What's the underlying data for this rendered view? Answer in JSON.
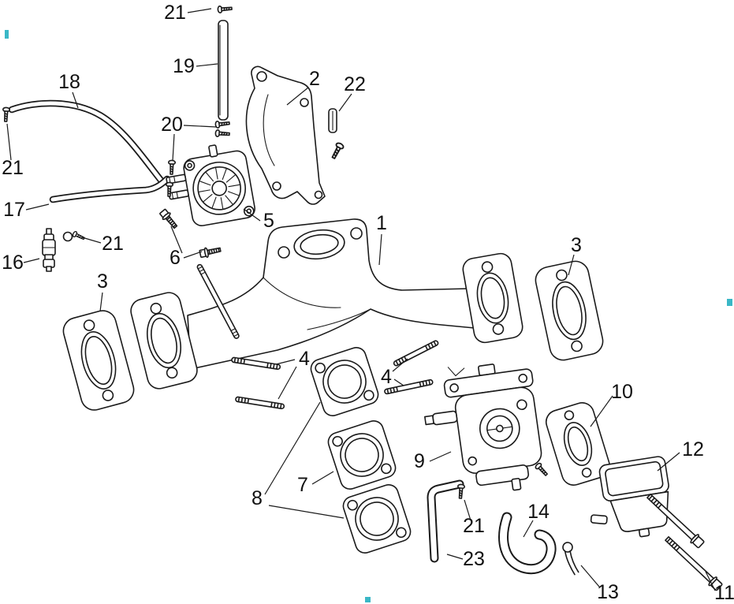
{
  "figure": {
    "kind": "exploded-parts-diagram",
    "background_color": "#ffffff",
    "line_color": "#1a1a1a",
    "accent_mark_color": "#3ab7c6"
  },
  "callouts": [
    {
      "text": "21"
    },
    {
      "text": "19"
    },
    {
      "text": "18"
    },
    {
      "text": "2"
    },
    {
      "text": "22"
    },
    {
      "text": "20"
    },
    {
      "text": "21"
    },
    {
      "text": "17"
    },
    {
      "text": "5"
    },
    {
      "text": "21"
    },
    {
      "text": "16"
    },
    {
      "text": "6"
    },
    {
      "text": "1"
    },
    {
      "text": "3"
    },
    {
      "text": "3"
    },
    {
      "text": "4"
    },
    {
      "text": "4"
    },
    {
      "text": "10"
    },
    {
      "text": "9"
    },
    {
      "text": "12"
    },
    {
      "text": "7"
    },
    {
      "text": "8"
    },
    {
      "text": "21"
    },
    {
      "text": "14"
    },
    {
      "text": "23"
    },
    {
      "text": "13"
    },
    {
      "text": "11"
    }
  ]
}
